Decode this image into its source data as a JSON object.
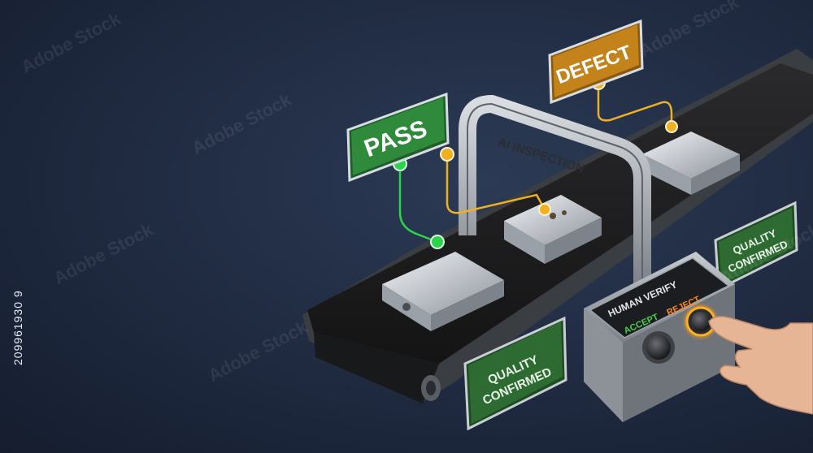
{
  "labels": {
    "pass": "PASS",
    "defect": "DEFECT",
    "gate": "AI INSPECTION",
    "quality_left_line1": "QUALITY",
    "quality_left_line2": "CONFIRMED",
    "quality_right_line1": "QUALITY",
    "quality_right_line2": "CONFIRMED",
    "panel_title": "HUMAN VERIFY",
    "accept": "ACCEPT",
    "reject": "REJECT"
  },
  "stock": {
    "id": "209961930 9",
    "watermark": "Adobe Stock"
  },
  "colors": {
    "pass_green": "#2f8a3c",
    "defect_orange": "#c4831a",
    "quality_green": "#2e6b33",
    "accept_text": "#4ccf4f",
    "reject_text": "#ff8a1f"
  }
}
